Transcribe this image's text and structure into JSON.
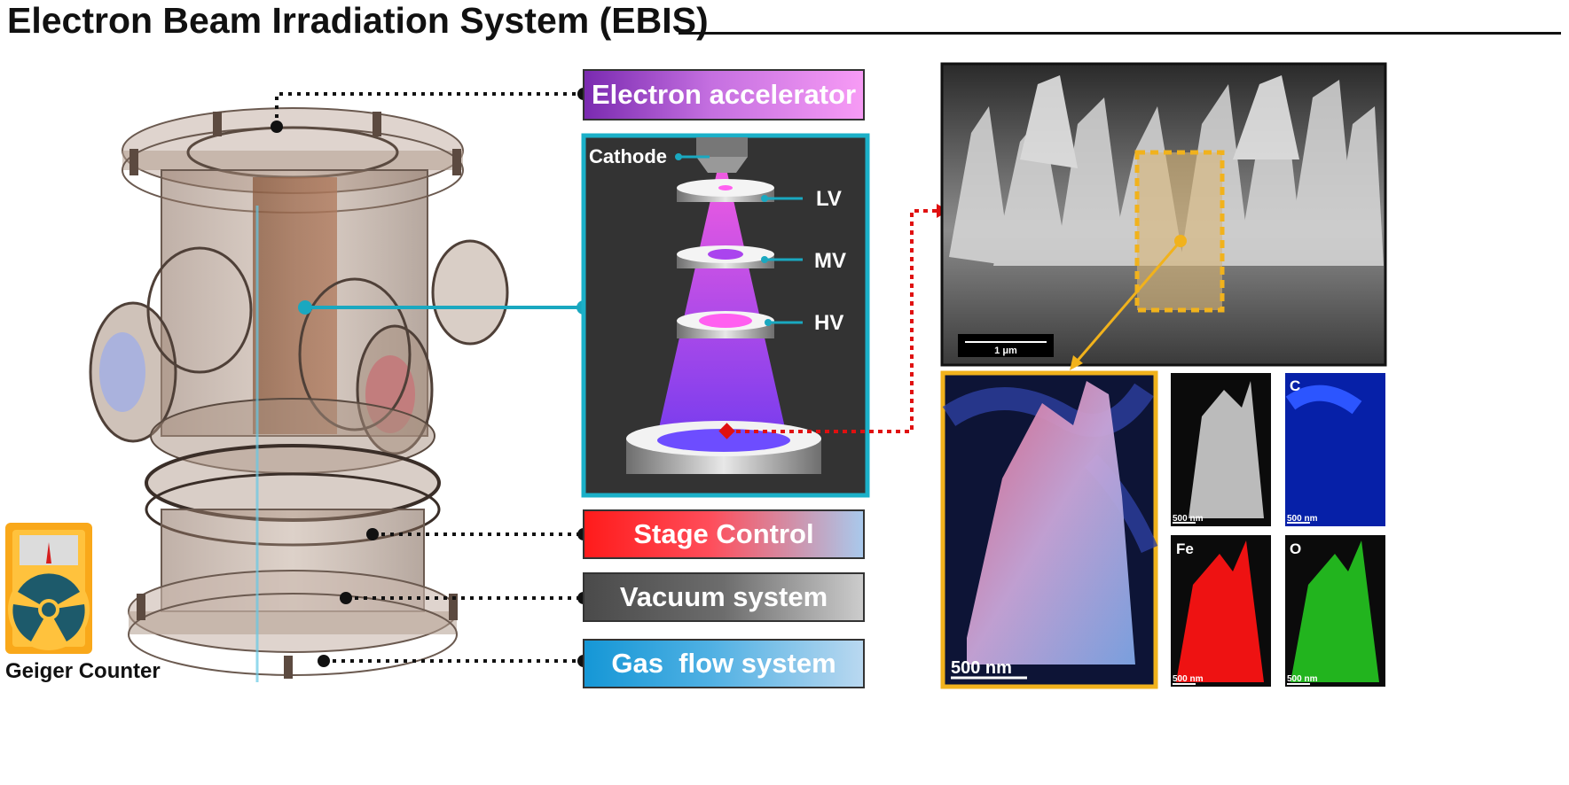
{
  "title": "Electron Beam Irradiation System (EBIS)",
  "labels": {
    "accelerator": "Electron accelerator",
    "stage": "Stage Control",
    "vacuum": "Vacuum system",
    "gas": "Gas  flow system",
    "geiger": "Geiger Counter"
  },
  "beam_column": {
    "cathode": "Cathode",
    "lv": "LV",
    "mv": "MV",
    "hv": "HV"
  },
  "micrographs": {
    "sem_scale": "1 μm",
    "eds_scale": "500 nm",
    "map_scale": "500 nm",
    "maps": [
      "C",
      "Fe",
      "O"
    ]
  },
  "colors": {
    "connector_cyan": "#1aa8c0",
    "red_dotted": "#e01010",
    "yellow_frame": "#f1b21c",
    "column_frame": "#1bb0c8"
  }
}
